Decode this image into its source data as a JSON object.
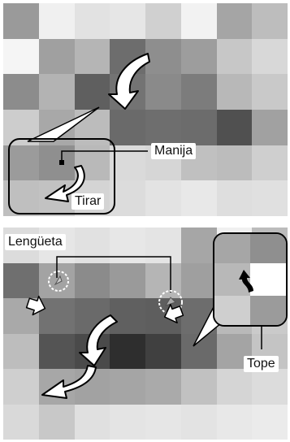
{
  "labels": {
    "handle": "Manija",
    "pull": "Tirar",
    "tab": "Lengüeta",
    "stopper": "Tope"
  },
  "colors": {
    "arrow_fill": "#ffffff",
    "arrow_stroke": "#000000",
    "callout_border": "#000000"
  },
  "icons": {
    "curved_arrow": "curved-down-arrow-icon",
    "pointer_arrow": "pointer-arrow-icon",
    "dashed_circle": "dashed-circle-icon",
    "hook_arrow": "hook-arrow-icon"
  }
}
